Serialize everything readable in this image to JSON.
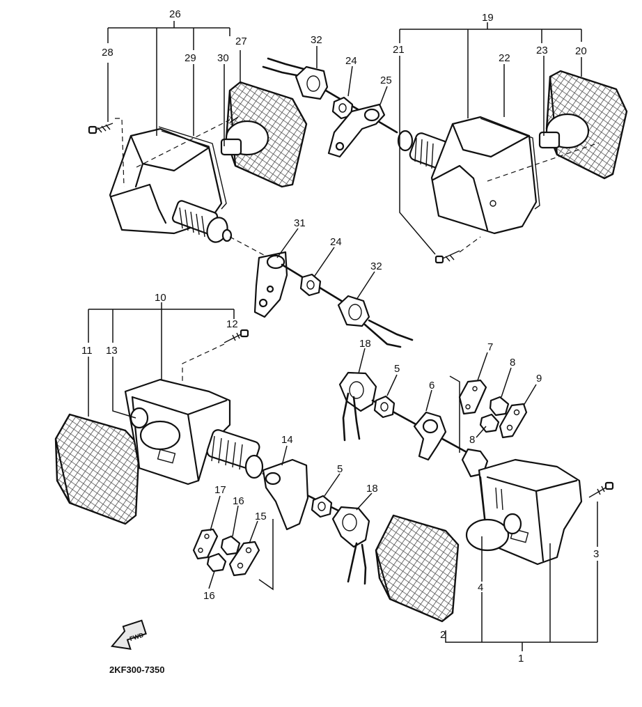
{
  "labels": {
    "n1": "1",
    "n2": "2",
    "n3": "3",
    "n4": "4",
    "n5a": "5",
    "n5b": "5",
    "n6": "6",
    "n7": "7",
    "n8a": "8",
    "n8b": "8",
    "n9": "9",
    "n10": "10",
    "n11": "11",
    "n12": "12",
    "n13": "13",
    "n14": "14",
    "n15": "15",
    "n16a": "16",
    "n16b": "16",
    "n17": "17",
    "n18a": "18",
    "n18b": "18",
    "n19": "19",
    "n20": "20",
    "n21": "21",
    "n22": "22",
    "n23": "23",
    "n24a": "24",
    "n24b": "24",
    "n25": "25",
    "n26": "26",
    "n27": "27",
    "n28": "28",
    "n29": "29",
    "n30": "30",
    "n31": "31",
    "n32a": "32",
    "n32b": "32"
  },
  "diagram_code": "2KF300-7350",
  "forward_arrow_text": "FWD"
}
